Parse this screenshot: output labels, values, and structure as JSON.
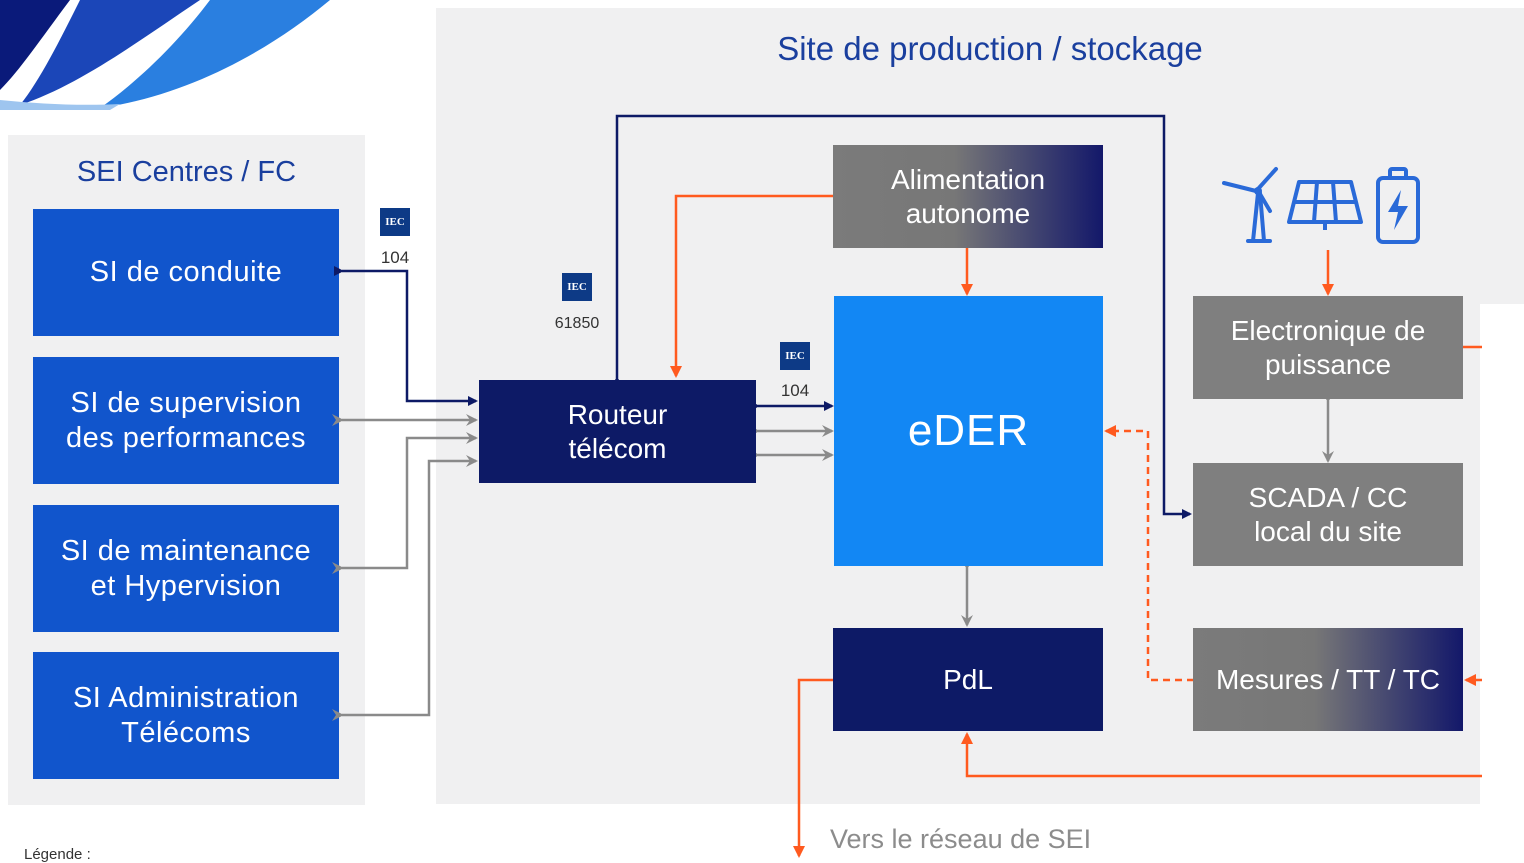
{
  "site": {
    "title": "Site de production / stockage"
  },
  "sei": {
    "title": "SEI Centres / FC",
    "items": [
      {
        "label": "SI de conduite"
      },
      {
        "label": "SI de supervision des performances"
      },
      {
        "label": "SI de maintenance et Hypervision"
      },
      {
        "label": "SI Administration Télécoms"
      }
    ]
  },
  "nodes": {
    "alimentation": "Alimentation autonome",
    "routeur": "Routeur télécom",
    "eder": "eDER",
    "pdl": "PdL",
    "electronique": "Electronique de puissance",
    "scada": "SCADA / CC local du site",
    "mesures": "Mesures / TT / TC"
  },
  "iec_badges": [
    {
      "logo": "IEC",
      "standard": "104"
    },
    {
      "logo": "IEC",
      "standard": "61850"
    },
    {
      "logo": "IEC",
      "standard": "104"
    }
  ],
  "icons": [
    "wind-turbine-icon",
    "solar-panel-icon",
    "battery-icon"
  ],
  "footer": {
    "vers_reseau": "Vers le réseau de SEI",
    "legende": "Légende :"
  },
  "colors": {
    "navy": "#0d1a66",
    "blue": "#1155cc",
    "eder": "#1287f4",
    "orange": "#ff5a1f",
    "grey_arrow": "#8a8a8a"
  }
}
